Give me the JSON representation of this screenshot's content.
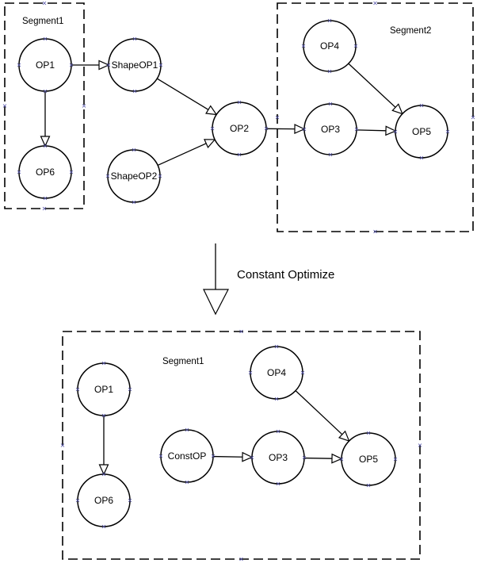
{
  "before": {
    "segments": [
      {
        "id": "seg-a",
        "label": "Segment1"
      },
      {
        "id": "seg-b",
        "label": "Segment2"
      }
    ],
    "nodes": [
      {
        "id": "b_op1",
        "label": "OP1"
      },
      {
        "id": "b_op6",
        "label": "OP6"
      },
      {
        "id": "b_shape1",
        "label": "ShapeOP1"
      },
      {
        "id": "b_shape2",
        "label": "ShapeOP2"
      },
      {
        "id": "b_op2",
        "label": "OP2"
      },
      {
        "id": "b_op4",
        "label": "OP4"
      },
      {
        "id": "b_op3",
        "label": "OP3"
      },
      {
        "id": "b_op5",
        "label": "OP5"
      }
    ],
    "edges": [
      {
        "from": "b_op1",
        "to": "b_shape1"
      },
      {
        "from": "b_op1",
        "to": "b_op6"
      },
      {
        "from": "b_shape1",
        "to": "b_op2"
      },
      {
        "from": "b_shape2",
        "to": "b_op2"
      },
      {
        "from": "b_op2",
        "to": "b_op3"
      },
      {
        "from": "b_op3",
        "to": "b_op5"
      },
      {
        "from": "b_op4",
        "to": "b_op5"
      }
    ]
  },
  "transition": {
    "label": "Constant Optimize"
  },
  "after": {
    "segments": [
      {
        "id": "seg-c",
        "label": "Segment1"
      }
    ],
    "nodes": [
      {
        "id": "a_op1",
        "label": "OP1"
      },
      {
        "id": "a_op6",
        "label": "OP6"
      },
      {
        "id": "a_op4",
        "label": "OP4"
      },
      {
        "id": "a_const",
        "label": "ConstOP"
      },
      {
        "id": "a_op3",
        "label": "OP3"
      },
      {
        "id": "a_op5",
        "label": "OP5"
      }
    ],
    "edges": [
      {
        "from": "a_op1",
        "to": "a_op6"
      },
      {
        "from": "a_const",
        "to": "a_op3"
      },
      {
        "from": "a_op3",
        "to": "a_op5"
      },
      {
        "from": "a_op4",
        "to": "a_op5"
      }
    ]
  }
}
